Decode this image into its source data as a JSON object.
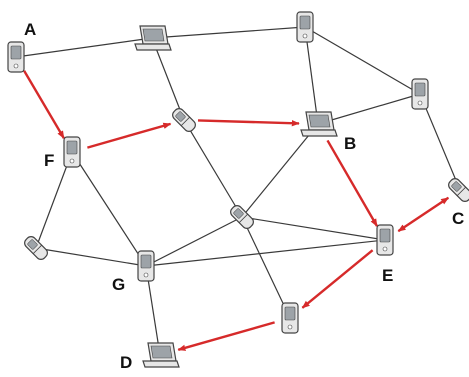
{
  "diagram": {
    "colors": {
      "background": "#ffffff",
      "link": "#3a3a3a",
      "route": "#d62a2a",
      "device_body": "#e7e7e7",
      "device_outline": "#444444",
      "device_screen": "#9da3a8"
    },
    "labels": {
      "A": "A",
      "B": "B",
      "C": "C",
      "D": "D",
      "E": "E",
      "F": "F",
      "G": "G"
    },
    "nodes": [
      {
        "id": "A",
        "device": "phone-icon"
      },
      {
        "id": "L1",
        "device": "laptop-icon"
      },
      {
        "id": "P1",
        "device": "phone-icon"
      },
      {
        "id": "P2",
        "device": "phone-icon"
      },
      {
        "id": "M1",
        "device": "flip-phone-icon"
      },
      {
        "id": "B",
        "device": "laptop-icon"
      },
      {
        "id": "F",
        "device": "phone-icon"
      },
      {
        "id": "C",
        "device": "flip-phone-icon"
      },
      {
        "id": "M2",
        "device": "flip-phone-icon"
      },
      {
        "id": "M3",
        "device": "flip-phone-icon"
      },
      {
        "id": "E",
        "device": "phone-icon"
      },
      {
        "id": "G",
        "device": "phone-icon"
      },
      {
        "id": "P3",
        "device": "phone-icon"
      },
      {
        "id": "D",
        "device": "laptop-icon"
      }
    ],
    "links": [
      [
        "A",
        "L1"
      ],
      [
        "L1",
        "P1"
      ],
      [
        "L1",
        "M1"
      ],
      [
        "P1",
        "B"
      ],
      [
        "P1",
        "P2"
      ],
      [
        "B",
        "P2"
      ],
      [
        "P2",
        "C"
      ],
      [
        "F",
        "G"
      ],
      [
        "F",
        "M3"
      ],
      [
        "M3",
        "G"
      ],
      [
        "M1",
        "M2"
      ],
      [
        "B",
        "M2"
      ],
      [
        "M2",
        "G"
      ],
      [
        "M2",
        "E"
      ],
      [
        "M2",
        "P3"
      ],
      [
        "G",
        "E"
      ],
      [
        "G",
        "D"
      ]
    ],
    "route": [
      [
        "A",
        "F"
      ],
      [
        "F",
        "M1"
      ],
      [
        "M1",
        "B"
      ],
      [
        "B",
        "E"
      ],
      [
        "E",
        "C"
      ],
      [
        "E",
        "P3"
      ],
      [
        "P3",
        "D"
      ]
    ],
    "bidirectional": [
      [
        "E",
        "C"
      ]
    ]
  }
}
